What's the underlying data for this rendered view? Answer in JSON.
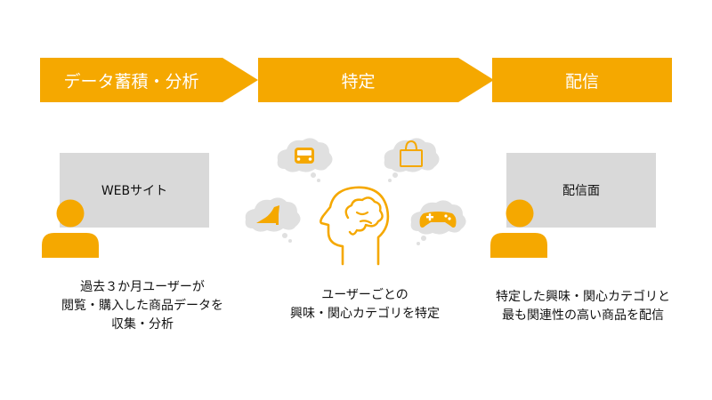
{
  "steps": [
    {
      "label": "データ蓄積・分析"
    },
    {
      "label": "特定"
    },
    {
      "label": "配信"
    }
  ],
  "screens": {
    "web_label": "WEBサイト",
    "ad_label": "配信面"
  },
  "captions": {
    "collect": [
      "過去３か月ユーザーが",
      "閲覧・購入した商品データを",
      "収集・分析"
    ],
    "identify": [
      "ユーザーごとの",
      "興味・関心カテゴリを特定"
    ],
    "deliver": [
      "特定した興味・関心カテゴリと",
      "最も関連性の高い商品を配信"
    ]
  },
  "icons": {
    "user_left": "user-icon",
    "user_right": "user-icon",
    "head": "head-brain-icon",
    "car": "car-thought-icon",
    "bag": "shopping-bag-thought-icon",
    "shoe": "high-heel-thought-icon",
    "game": "game-controller-thought-icon"
  },
  "colors": {
    "accent": "#F5A800",
    "screen": "#D9D9D9",
    "cloud": "#E0E0E0"
  }
}
